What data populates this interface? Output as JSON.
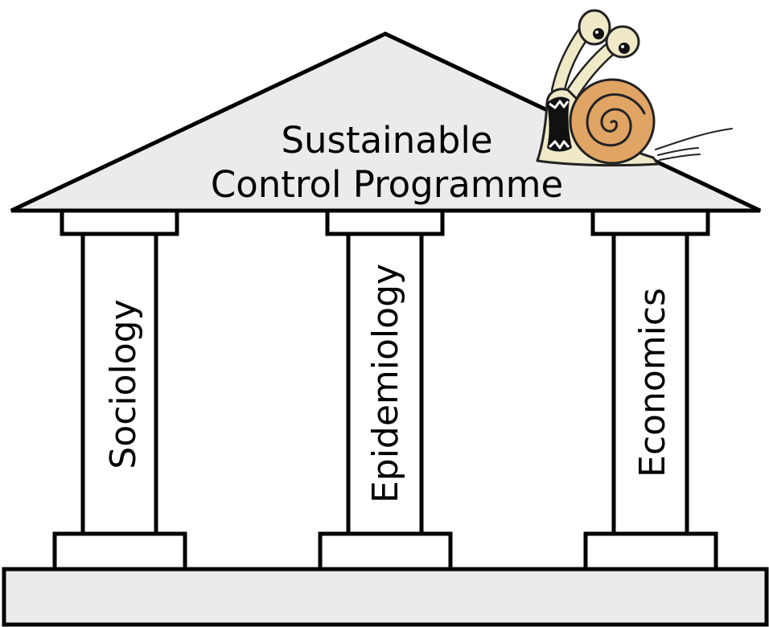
{
  "roof": {
    "title_line1": "Sustainable",
    "title_line2": "Control Programme"
  },
  "pillars": [
    {
      "label": "Sociology"
    },
    {
      "label": "Epidemiology"
    },
    {
      "label": "Economics"
    }
  ],
  "colors": {
    "roof_fill": "#ebebeb",
    "foundation_fill": "#ebebeb",
    "outline": "#000000",
    "snail_shell": "#e0a465",
    "snail_body": "#f0e9c8"
  },
  "icons": {
    "mascot": "snail-icon"
  }
}
